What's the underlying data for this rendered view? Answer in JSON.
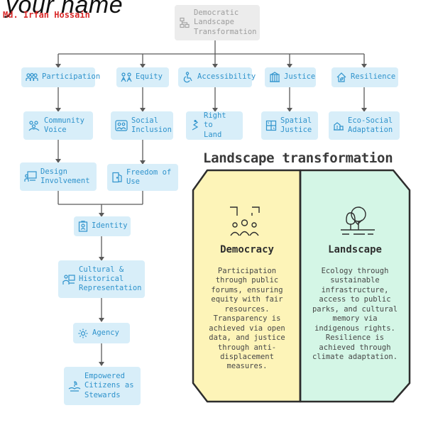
{
  "watermark": "your name",
  "author": "Md. Irfan Hossain",
  "root": "Democratic\nLandscape\nTransformation",
  "values": [
    "Participation",
    "Equity",
    "Accessibility",
    "Justice",
    "Resilience"
  ],
  "outcomes": [
    "Community\nVoice",
    "Social\nInclusion",
    "Right to\nLand",
    "Spatial\nJustice",
    "Eco-Social\nAdaptation"
  ],
  "design": "Design\nInvolvement",
  "freedom": "Freedom of\nUse",
  "identity": "Identity",
  "cultural": "Cultural &\nHistorical\nRepresentation",
  "agency": "Agency",
  "stewards": "Empowered\nCitizens as\nStewards",
  "panel": {
    "title": "Landscape transformation",
    "democracy_title": "Democracy",
    "democracy_text": "Participation\nthrough public\nforums, ensuring\nequity with fair\nresources.\nTransparency is\nachieved via open\ndata, and justice\nthrough anti-\ndisplacement\nmeasures.",
    "landscape_title": "Landscape",
    "landscape_text": "Ecology through\nsustainable\ninfrastructure,\naccess to public\nparks, and cultural\nmemory via\nindigenous rights.\nResilience is\nachieved through\nclimate adaptation."
  },
  "colors": {
    "node": "#d8eef9",
    "node_text": "#2f93cc",
    "democracy": "#fdf4b8",
    "landscape": "#d4f6e6"
  }
}
